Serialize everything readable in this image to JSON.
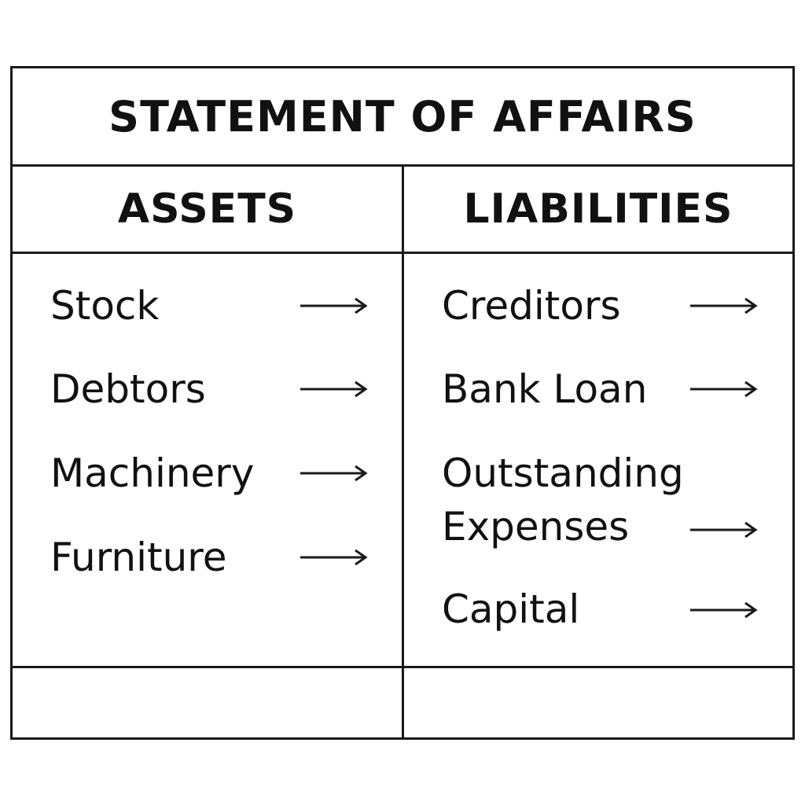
{
  "document": {
    "title": "STATEMENT OF AFFAIRS",
    "assets": {
      "heading": "ASSETS",
      "items": [
        "Stock",
        "Debtors",
        "Machinery",
        "Furniture"
      ]
    },
    "liabilities": {
      "heading": "LIABILITIES",
      "items": [
        "Creditors",
        "Bank Loan",
        "Outstanding",
        "Expenses",
        "Capital"
      ]
    },
    "icons": {
      "arrow": "right-arrow-icon"
    },
    "colors": {
      "line": "#1a1a1a",
      "text": "#111111"
    }
  }
}
